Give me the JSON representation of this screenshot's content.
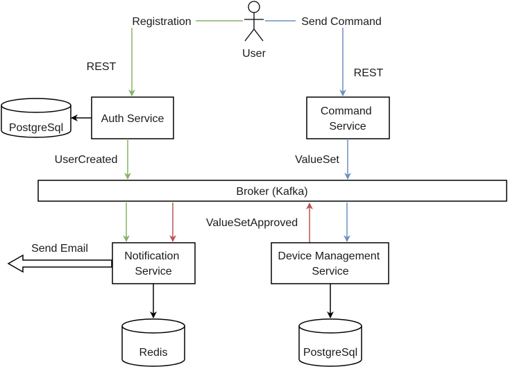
{
  "actor": {
    "label": "User"
  },
  "edges": {
    "registration": "Registration",
    "send_command": "Send Command",
    "rest_left": "REST",
    "rest_right": "REST",
    "user_created": "UserCreated",
    "value_set": "ValueSet",
    "value_set_approved": "ValueSetApproved",
    "send_email": "Send Email"
  },
  "nodes": {
    "auth_service": "Auth Service",
    "command_service": [
      "Command",
      "Service"
    ],
    "broker": "Broker (Kafka)",
    "notification_service": [
      "Notification",
      "Service"
    ],
    "device_management_service": [
      "Device Management",
      "Service"
    ]
  },
  "databases": {
    "auth_db": "PostgreSql",
    "redis": "Redis",
    "device_db": "PostgreSql"
  },
  "colors": {
    "green": "#82b366",
    "blue": "#6c8ebf",
    "red": "#b85450",
    "black": "#000000"
  }
}
